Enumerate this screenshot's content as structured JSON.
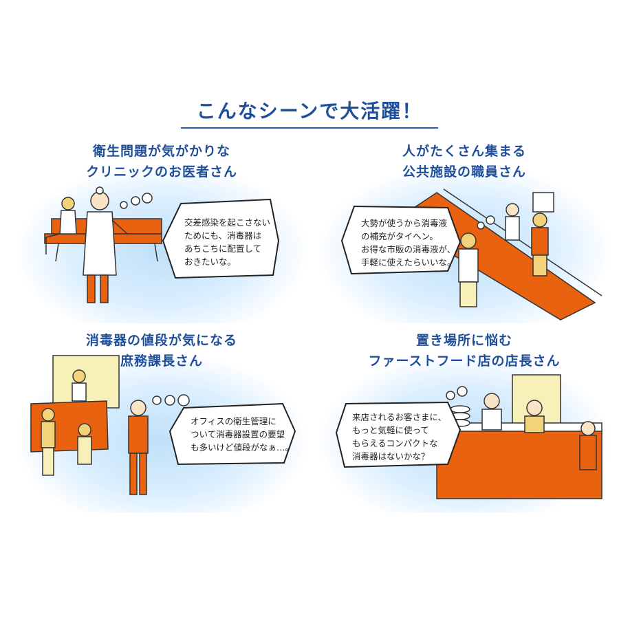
{
  "header": {
    "title": "こんなシーンで大活躍！"
  },
  "scenes": [
    {
      "heading_lines": [
        "衛生問題が気がかりな",
        "クリニックのお医者さん"
      ],
      "bubble_lines": [
        "交差感染を起こさない",
        "ためにも、消毒器は",
        "あちこちに配置して",
        "おきたいな。"
      ]
    },
    {
      "heading_lines": [
        "人がたくさん集まる",
        "公共施設の職員さん"
      ],
      "bubble_lines": [
        "大勢が使うから消毒液",
        "の補充がタイヘン。",
        "お得な市販の消毒液が、",
        "手軽に使えたらいいな。"
      ]
    },
    {
      "heading_lines": [
        "消毒器の値段が気になる",
        "庶務課長さん"
      ],
      "bubble_lines": [
        "オフィスの衛生管理に",
        "ついて消毒器設置の要望",
        "も多いけど値段がなぁ…。"
      ]
    },
    {
      "heading_lines": [
        "置き場所に悩む",
        "ファーストフード店の店長さん"
      ],
      "bubble_lines": [
        "来店されるお客さまに、",
        "もっと気軽に使って",
        "もらえるコンパクトな",
        "消毒器はないかな？"
      ]
    }
  ],
  "colors": {
    "accent_orange": "#e8620f",
    "title_blue": "#1f4e9a",
    "glow_blue": "#bfe0f8",
    "skin": "#fbe3c6",
    "hair_yellow": "#f2d27a"
  }
}
